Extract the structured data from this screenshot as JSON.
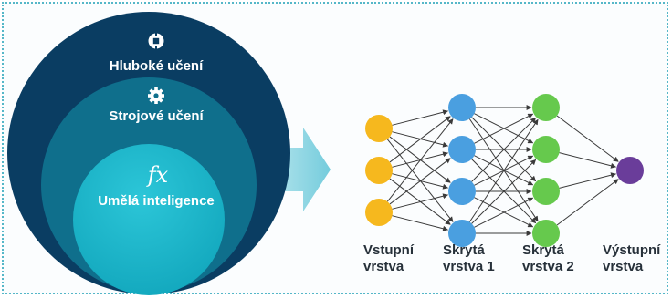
{
  "circles": {
    "outer": {
      "label": "Hluboké učení",
      "icon": "brain-chip-icon",
      "color": "#0a3d62"
    },
    "middle": {
      "label": "Strojové učení",
      "icon": "gear-icon",
      "color": "#0f6f8c"
    },
    "inner": {
      "label": "Umělá inteligence",
      "icon": "function-fx-icon",
      "symbol": "fx",
      "color": "#17b1c6"
    }
  },
  "network": {
    "layers": [
      {
        "label_line1": "Vstupní",
        "label_line2": "vrstva",
        "nodes": 3,
        "color": "#f6b81e"
      },
      {
        "label_line1": "Skrytá",
        "label_line2": "vrstva 1",
        "nodes": 4,
        "color": "#4a9fe0"
      },
      {
        "label_line1": "Skrytá",
        "label_line2": "vrstva 2",
        "nodes": 4,
        "color": "#66c94d"
      },
      {
        "label_line1": "Výstupní",
        "label_line2": "vrstva",
        "nodes": 1,
        "color": "#6a3d9a"
      }
    ],
    "edge_color": "#3a3a3a"
  }
}
